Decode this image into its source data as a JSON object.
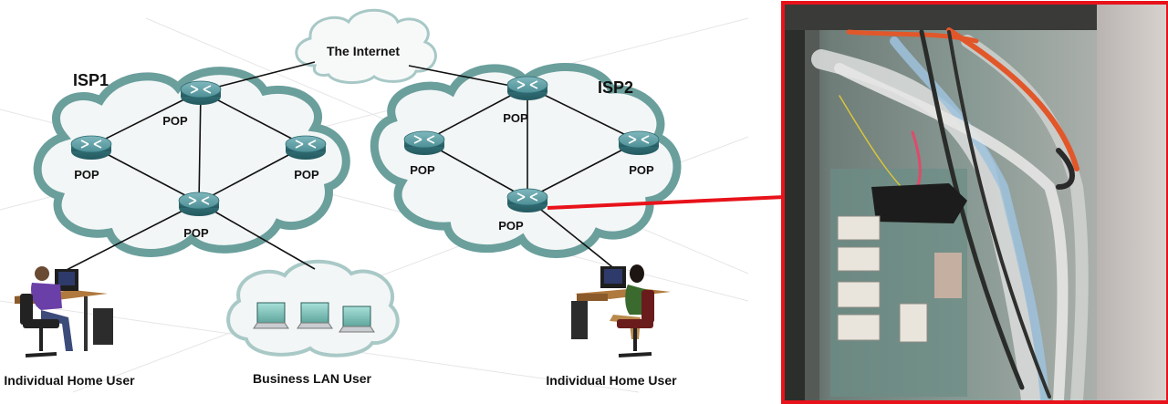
{
  "diagram": {
    "internet_label": "The Internet",
    "isp1_label": "ISP1",
    "isp2_label": "ISP2",
    "pop_label": "POP",
    "home_user_left_label": "Individual Home User",
    "business_lan_label": "Business LAN  User",
    "home_user_right_label": "Individual Home User"
  },
  "colors": {
    "cloud_outline": "#4f8f8d",
    "router_body": "#3d7f86",
    "link_line": "#111111",
    "highlight": "#e8121a"
  },
  "photo": {
    "icon": "wiring-closet-photo"
  }
}
